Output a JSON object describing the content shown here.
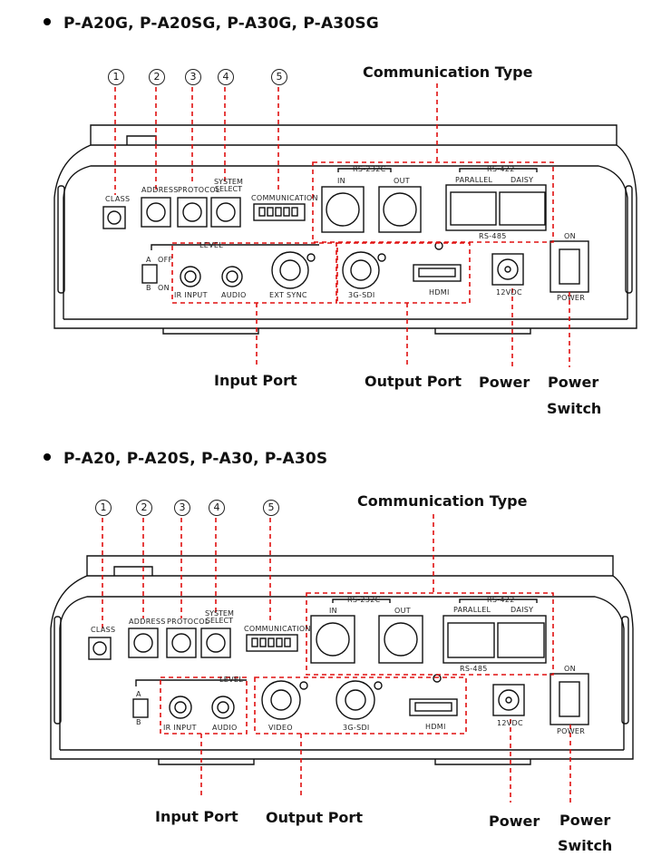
{
  "models": [
    {
      "heading": "P-A20G, P-A20SG, P-A30G, P-A30SG",
      "numbers": [
        "1",
        "2",
        "3",
        "4",
        "5"
      ],
      "callouts": {
        "communication": "Communication Type",
        "input": "Input Port",
        "output": "Output Port",
        "power": "Power",
        "power_switch_1": "Power",
        "power_switch_2": "Switch"
      },
      "panel": {
        "class": "CLASS",
        "address": "ADDRESS",
        "protocol": "PROTOCOL",
        "system_1": "SYSTEM",
        "system_2": "SELECT",
        "communication": "COMMUNICATION",
        "rs232": "RS-232C",
        "in": "IN",
        "out": "OUT",
        "rs422": "RS-422",
        "parallel": "PARALLEL",
        "daisy": "DAISY",
        "rs485": "RS-485",
        "level": "LEVEL",
        "a": "A",
        "b": "B",
        "off": "OFF",
        "on_small": "ON",
        "ir_input": "IR INPUT",
        "audio": "AUDIO",
        "ext_sync": "EXT SYNC",
        "sdi": "3G-SDI",
        "hdmi": "HDMI",
        "dc": "12VDC",
        "on": "ON",
        "power": "POWER"
      }
    },
    {
      "heading": "P-A20, P-A20S, P-A30, P-A30S",
      "numbers": [
        "1",
        "2",
        "3",
        "4",
        "5"
      ],
      "callouts": {
        "communication": "Communication Type",
        "input": "Input Port",
        "output": "Output Port",
        "power": "Power",
        "power_switch_1": "Power",
        "power_switch_2": "Switch"
      },
      "panel": {
        "class": "CLASS",
        "address": "ADDRESS",
        "protocol": "PROTOCOL",
        "system_1": "SYSTEM",
        "system_2": "SELECT",
        "communication": "COMMUNICATION",
        "rs232": "RS-232C",
        "in": "IN",
        "out": "OUT",
        "rs422": "RS-422",
        "parallel": "PARALLEL",
        "daisy": "DAISY",
        "rs485": "RS-485",
        "level": "LEVEL",
        "a": "A",
        "b": "B",
        "ir_input": "IR INPUT",
        "audio": "AUDIO",
        "video": "VIDEO",
        "sdi": "3G-SDI",
        "hdmi": "HDMI",
        "dc": "12VDC",
        "on": "ON",
        "power": "POWER"
      }
    }
  ],
  "colors": {
    "callout": "#e01010",
    "line": "#111111"
  }
}
